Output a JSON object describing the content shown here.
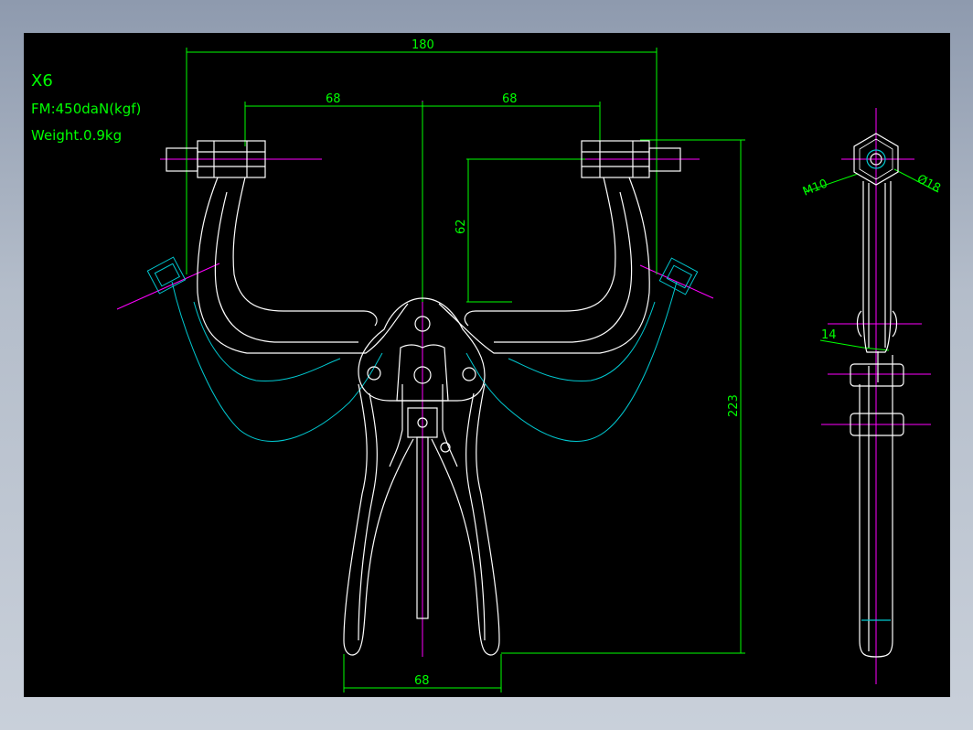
{
  "drawing": {
    "title_block": {
      "model": "X6",
      "force": "FM:450daN(kgf)",
      "weight": "Weight.0.9kg"
    },
    "dimensions": {
      "overall_width": "180",
      "left_half": "68",
      "right_half": "68",
      "arm_height": "62",
      "overall_height": "223",
      "handle_spacing": "68",
      "thread": "M10",
      "hex_diameter": "Ø18",
      "thickness": "14"
    },
    "colors": {
      "background": "#000000",
      "outline": "#ffffff",
      "dimension": "#00ff00",
      "centerline": "#ff00ff",
      "phantom": "#00c8d0",
      "frame_bg": "#8e9aae"
    }
  }
}
